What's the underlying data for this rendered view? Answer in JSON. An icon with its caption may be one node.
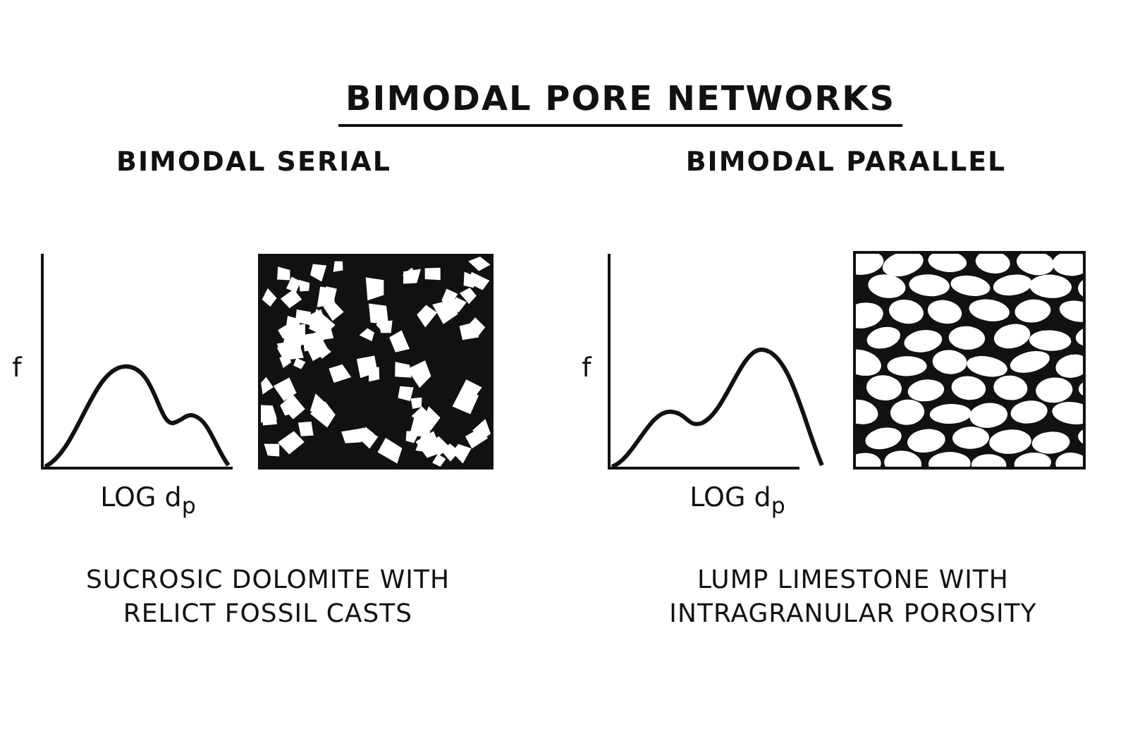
{
  "diagram": {
    "title": "BIMODAL PORE NETWORKS",
    "labels": [
      "BIMODAL SERIAL",
      "BIMODAL PARALLEL",
      "f",
      "f",
      "LOG d$_{p}$",
      "LOG d$_{p}$",
      "SUCROSIC DOLOMITE WITH RELICT FOSSIL CASTS",
      "LUMP LIMESTONE WITH INTRAGRANULAR POROSITY"
    ]
  }
}
